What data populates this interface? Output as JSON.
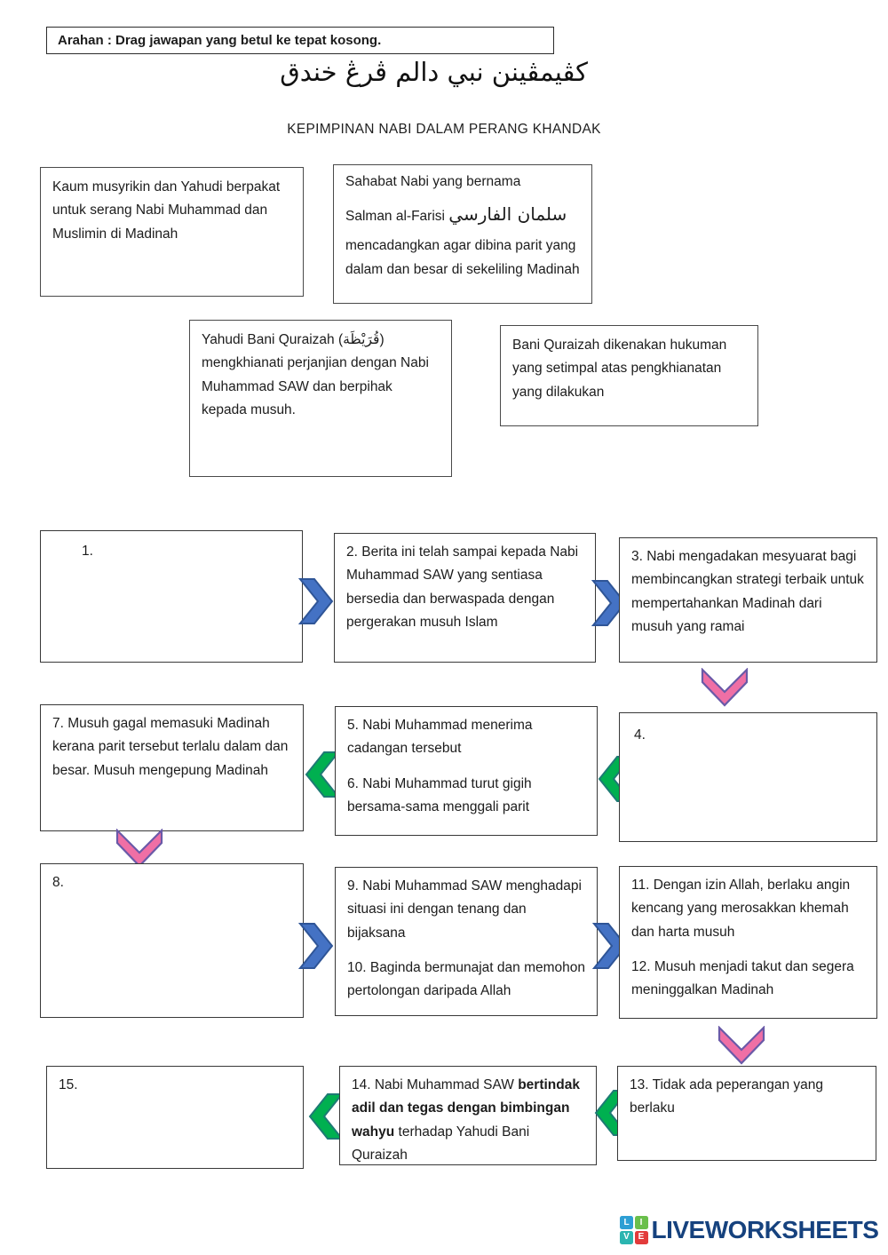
{
  "page": {
    "instruction": "Arahan : Drag jawapan yang betul ke tepat kosong.",
    "jawi_heading": "كڤيمڤينن نبي دالم ڤرڠ خندق",
    "main_title": "KEPIMPINAN NABI DALAM PERANG KHANDAK"
  },
  "answer_boxes": {
    "musyrikin": "Kaum musyrikin dan Yahudi berpakat untuk serang Nabi Muhammad dan Muslimin di Madinah",
    "salman_line1": "Sahabat Nabi yang bernama",
    "salman_line2_latin": "Salman al-Farisi ",
    "salman_line2_arabic": "سلمان الفارسي",
    "salman_line3": "mencadangkan agar dibina parit yang dalam dan besar di sekeliling Madinah",
    "quraizah_khianat": "Yahudi Bani Quraizah (قُرَيْظَة) mengkhianati perjanjian dengan Nabi Muhammad SAW dan berpihak kepada musuh.",
    "quraizah_hukuman": "Bani Quraizah dikenakan hukuman yang setimpal atas pengkhianatan yang dilakukan"
  },
  "flow": {
    "box1": "1.",
    "box2": "2. Berita ini telah sampai kepada Nabi Muhammad SAW yang sentiasa bersedia dan berwaspada dengan pergerakan musuh Islam",
    "box3": "3. Nabi mengadakan mesyuarat bagi membincangkan strategi terbaik untuk mempertahankan Madinah dari musuh yang ramai",
    "box4": "4.",
    "box5": "5. Nabi Muhammad menerima cadangan tersebut",
    "box6": "6. Nabi Muhammad turut gigih bersama-sama menggali parit",
    "box7": "7. Musuh gagal memasuki Madinah kerana parit tersebut terlalu dalam dan besar. Musuh mengepung Madinah",
    "box8": "8.",
    "box9": "9. Nabi Muhammad SAW menghadapi situasi ini dengan tenang dan bijaksana",
    "box10": "10. Baginda bermunajat dan memohon pertolongan daripada Allah",
    "box11": "11. Dengan izin Allah, berlaku angin kencang yang merosakkan khemah dan harta musuh",
    "box12": "12. Musuh menjadi takut dan segera meninggalkan Madinah",
    "box13": "13. Tidak ada peperangan yang berlaku",
    "box14_pre": "14. Nabi Muhammad SAW ",
    "box14_bold": "bertindak adil dan tegas dengan bimbingan wahyu",
    "box14_post": " terhadap Yahudi Bani Quraizah",
    "box15": "15."
  },
  "logo": {
    "tiles": [
      {
        "letter": "L",
        "color": "#2e9fd4"
      },
      {
        "letter": "I",
        "color": "#6abf4b"
      },
      {
        "letter": "V",
        "color": "#2bb5b0"
      },
      {
        "letter": "E",
        "color": "#e23b3b"
      }
    ],
    "wordmark": "LIVEWORKSHEETS",
    "wordmark_color": "#16427e"
  },
  "colors": {
    "arrow_blue_fill": "#4472c4",
    "arrow_blue_stroke": "#2f5597",
    "arrow_green_fill": "#00b050",
    "arrow_green_stroke": "#1d7a74",
    "arrow_pink_fill": "#ef6fa5",
    "arrow_pink_stroke": "#6a5aa8"
  }
}
